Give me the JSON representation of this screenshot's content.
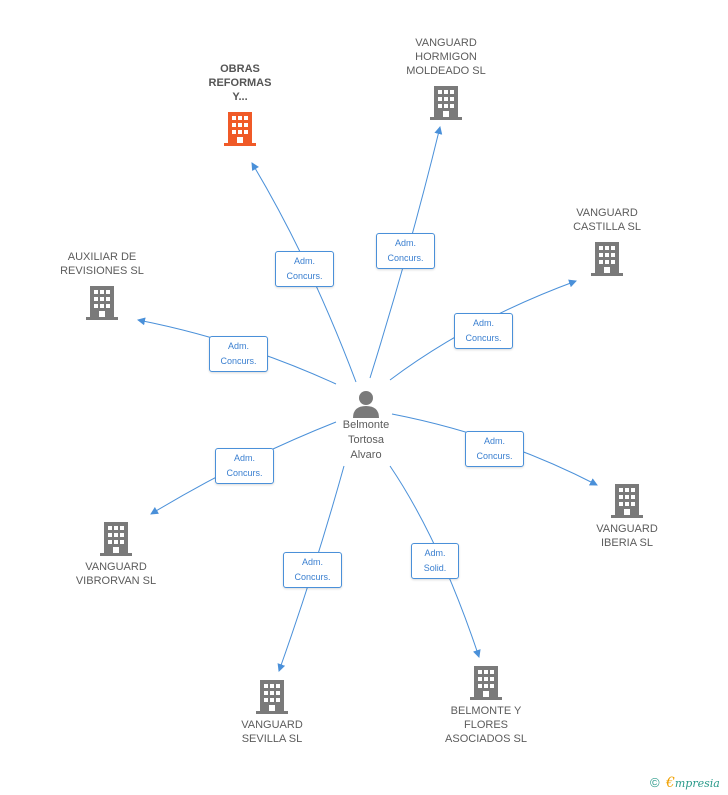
{
  "center": {
    "label": "Belmonte\nTortosa\nAlvaro",
    "icon": "person-icon"
  },
  "companies": [
    {
      "id": "obras",
      "label": "OBRAS\nREFORMAS\nY...",
      "highlight": true,
      "icon": "building-icon",
      "color": "#f05a28"
    },
    {
      "id": "hormigon",
      "label": "VANGUARD\nHORMIGON\nMOLDEADO SL",
      "highlight": false,
      "icon": "building-icon",
      "color": "#7a7a7a"
    },
    {
      "id": "castilla",
      "label": "VANGUARD\nCASTILLA SL",
      "highlight": false,
      "icon": "building-icon",
      "color": "#7a7a7a"
    },
    {
      "id": "auxiliar",
      "label": "AUXILIAR DE\nREVISIONES SL",
      "highlight": false,
      "icon": "building-icon",
      "color": "#7a7a7a"
    },
    {
      "id": "iberia",
      "label": "VANGUARD\nIBERIA SL",
      "highlight": false,
      "icon": "building-icon",
      "color": "#7a7a7a"
    },
    {
      "id": "vibrorvan",
      "label": "VANGUARD\nVIBRORVAN SL",
      "highlight": false,
      "icon": "building-icon",
      "color": "#7a7a7a"
    },
    {
      "id": "sevilla",
      "label": "VANGUARD\nSEVILLA SL",
      "highlight": false,
      "icon": "building-icon",
      "color": "#7a7a7a"
    },
    {
      "id": "belmonte",
      "label": "BELMONTE Y\nFLORES\nASOCIADOS SL",
      "highlight": false,
      "icon": "building-icon",
      "color": "#7a7a7a"
    }
  ],
  "relations": [
    {
      "target": "obras",
      "line1": "Adm.",
      "line2": "Concurs."
    },
    {
      "target": "hormigon",
      "line1": "Adm.",
      "line2": "Concurs."
    },
    {
      "target": "castilla",
      "line1": "Adm.",
      "line2": "Concurs."
    },
    {
      "target": "auxiliar",
      "line1": "Adm.",
      "line2": "Concurs."
    },
    {
      "target": "iberia",
      "line1": "Adm.",
      "line2": "Concurs."
    },
    {
      "target": "vibrorvan",
      "line1": "Adm.",
      "line2": "Concurs."
    },
    {
      "target": "sevilla",
      "line1": "Adm.",
      "line2": "Concurs."
    },
    {
      "target": "belmonte",
      "line1": "Adm.",
      "line2": "Solid."
    }
  ],
  "colors": {
    "edge": "#4a90d9",
    "building": "#7a7a7a",
    "highlight": "#f05a28"
  },
  "footer": {
    "copyright": "©",
    "brand_initial": "€",
    "brand_rest": "mpresia"
  }
}
